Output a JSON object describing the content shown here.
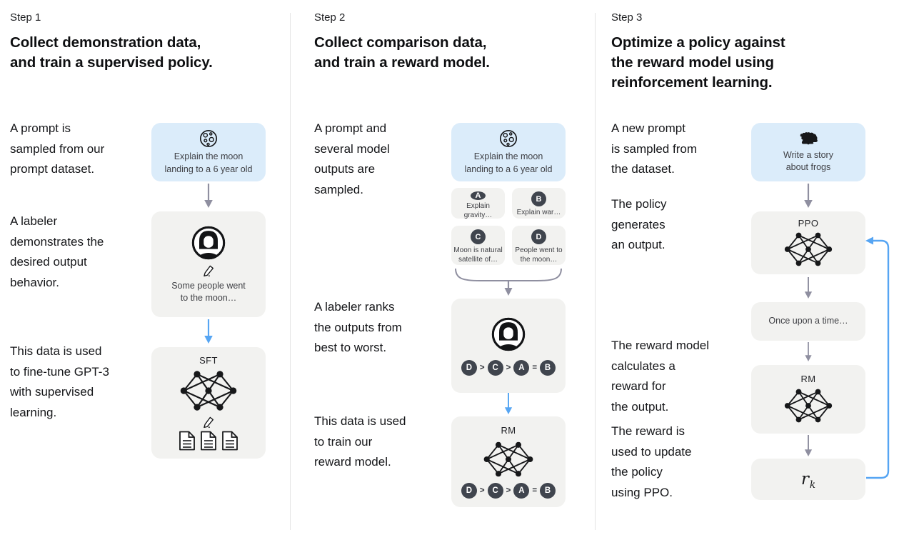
{
  "colors": {
    "prompt_box_bg": "#dbecfa",
    "model_box_bg": "#f2f2f0",
    "dark_circle": "#40454e",
    "arrow_gray": "#8f8fa0",
    "arrow_blue": "#56a5f3",
    "divider": "#e4e4e4",
    "heading_text": "#0e0f11",
    "caption_text": "#151619",
    "box_text": "#3f4045"
  },
  "step1": {
    "label": "Step 1",
    "title": "Collect demonstration data,\nand train a supervised policy.",
    "captions": [
      "A prompt is\nsampled from our\nprompt dataset.",
      "A labeler\ndemonstrates the\ndesired output\nbehavior.",
      "This data is used\nto fine-tune GPT-3\nwith supervised\nlearning."
    ],
    "prompt_box_text": "Explain the moon\nlanding to a 6 year old",
    "labeler_box_text": "Some people went\nto the moon…",
    "model_label": "SFT"
  },
  "step2": {
    "label": "Step 2",
    "title": "Collect comparison data,\nand train a reward model.",
    "captions": [
      "A prompt and\nseveral model\noutputs are\nsampled.",
      "A labeler ranks\nthe outputs from\nbest to worst.",
      "This data is used\nto train our\nreward model."
    ],
    "prompt_box_text": "Explain the moon\nlanding to a 6 year old",
    "outputs": [
      {
        "letter": "A",
        "text": "Explain gravity…"
      },
      {
        "letter": "B",
        "text": "Explain war…"
      },
      {
        "letter": "C",
        "text": "Moon is natural\nsatellite of…"
      },
      {
        "letter": "D",
        "text": "People went to\nthe moon…"
      }
    ],
    "ranking": [
      "D",
      ">",
      "C",
      ">",
      "A",
      "=",
      "B"
    ],
    "model_label": "RM"
  },
  "step3": {
    "label": "Step 3",
    "title": "Optimize a policy against\nthe reward model using\nreinforcement learning.",
    "captions": [
      "A new prompt\nis sampled from\nthe dataset.",
      "The policy\ngenerates\nan output.",
      "The reward model\ncalculates a\nreward for\nthe output.",
      "The reward is\nused to update\nthe policy\nusing PPO."
    ],
    "prompt_box_text": "Write a story\nabout frogs",
    "policy_label": "PPO",
    "output_box_text": "Once upon a time…",
    "model_label": "RM",
    "reward_symbol": "r",
    "reward_subscript": "k"
  }
}
